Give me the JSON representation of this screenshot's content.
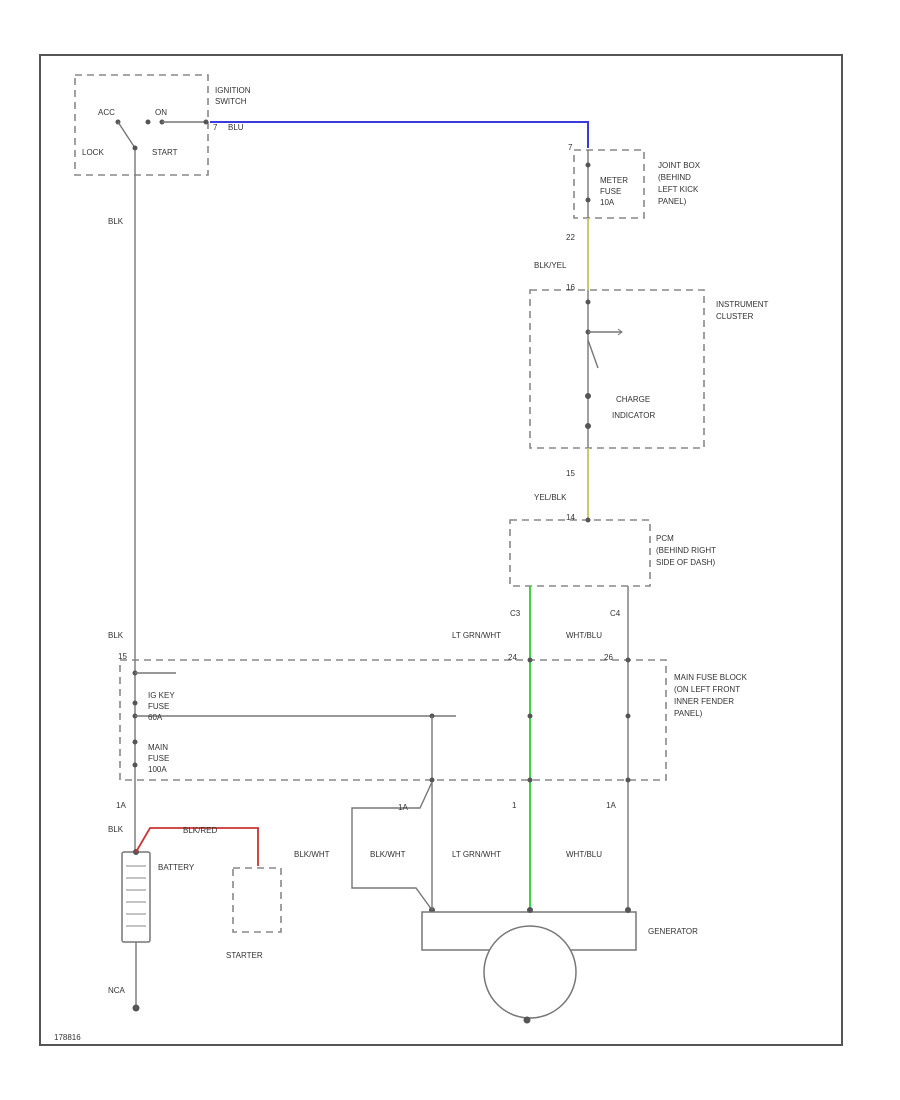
{
  "diagram": {
    "figure_id": "178816",
    "components": {
      "ignition_switch": [
        "IGNITION",
        "SWITCH"
      ],
      "ignition_positions": {
        "acc": "ACC",
        "on": "ON",
        "lock": "LOCK",
        "start": "START"
      },
      "joint_box": [
        "JOINT BOX",
        "(BEHIND",
        "LEFT KICK",
        "PANEL)"
      ],
      "meter_fuse": [
        "METER",
        "FUSE",
        "10A"
      ],
      "instrument_cluster": [
        "INSTRUMENT",
        "CLUSTER"
      ],
      "charge_indicator": [
        "CHARGE",
        "INDICATOR"
      ],
      "pcm": [
        "PCM",
        "(BEHIND RIGHT",
        "SIDE OF DASH)"
      ],
      "main_fuse_block": [
        "MAIN FUSE BLOCK",
        "(ON LEFT FRONT",
        "INNER FENDER",
        "PANEL)"
      ],
      "ig_key_fuse": [
        "IG KEY",
        "FUSE",
        "60A"
      ],
      "main_fuse": [
        "MAIN",
        "FUSE",
        "100A"
      ],
      "battery": "BATTERY",
      "starter": "STARTER",
      "generator": "GENERATOR"
    },
    "wires": {
      "ign_to_meter": "BLU",
      "ign_feed": "BLK",
      "meter_out": "BLK/YEL",
      "cluster_to_pcm": "YEL/BLK",
      "pcm_left": "LT GRN/WHT",
      "pcm_right": "WHT/BLU",
      "fuse_feed": "BLK",
      "battery_pos": "BLK",
      "battery_to_starter": "BLK/RED",
      "gen_bat_a": "BLK/WHT",
      "gen_bat_b": "BLK/WHT",
      "gen_left": "LT GRN/WHT",
      "gen_right": "WHT/BLU",
      "battery_neg": "NCA"
    },
    "connectors": {
      "ign_out": "7",
      "meter_in": "7",
      "meter_out": "22",
      "cluster_in": "16",
      "cluster_out": "15",
      "pcm_in": "14",
      "pcm_left": "C3",
      "pcm_right": "C4",
      "fuse_top": "15",
      "fuse_left": "24",
      "fuse_right": "26",
      "fuse_out": "1A",
      "gen_left": "1",
      "gen_right": "1A"
    },
    "wire_colors": {
      "blue": "#3b3bdb",
      "green": "#3ed43e",
      "yellow": "#c9c96e",
      "red": "#cc3333",
      "neutral": "#777777"
    }
  }
}
